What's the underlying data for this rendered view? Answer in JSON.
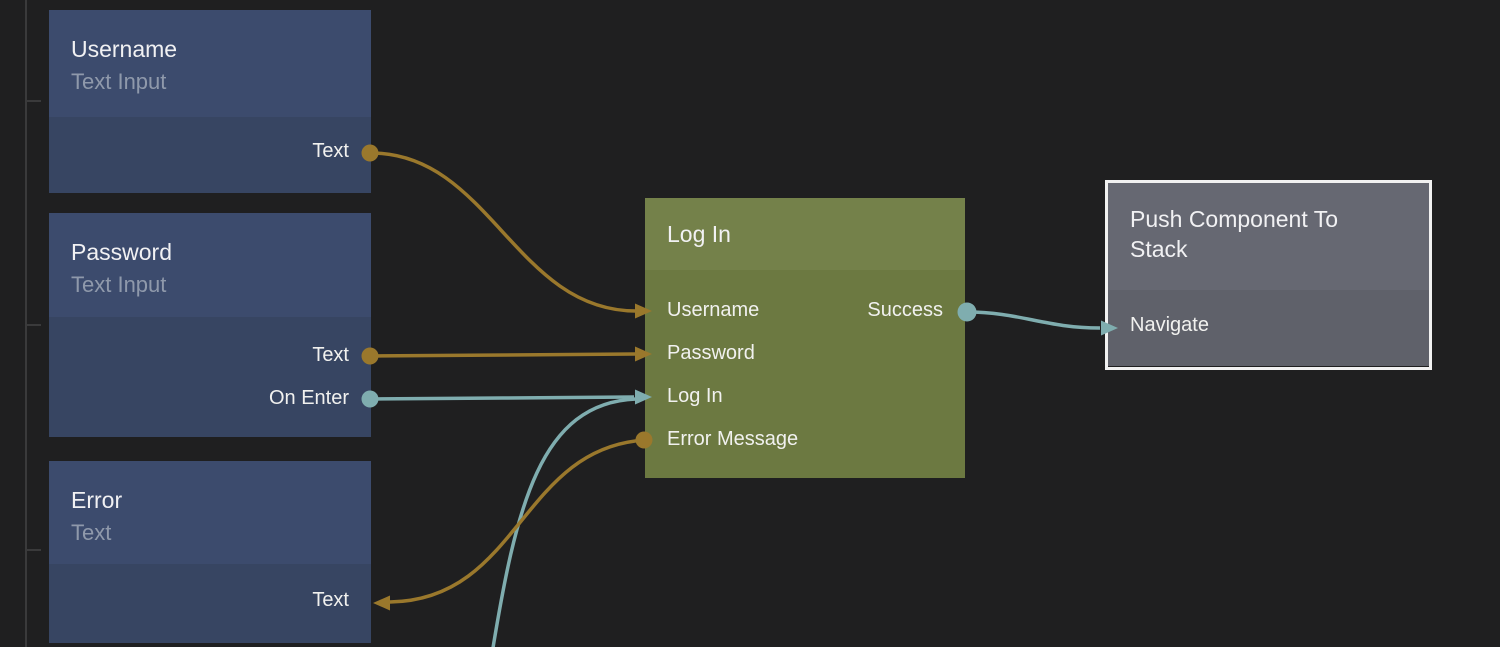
{
  "colors": {
    "canvas_bg": "#1f1f20",
    "ruler": "#3a3a3b",
    "data_wire": "#9a782c",
    "signal_wire": "#7fadaf",
    "node_blue_header": "#3c4b6d",
    "node_blue_body": "#374562",
    "node_green_header": "#74814a",
    "node_green_body": "#6c7941",
    "node_gray_header": "#666872",
    "node_gray_body": "#5f616a",
    "selection_border": "#f1f1f1"
  },
  "nodes": [
    {
      "title": "Username",
      "subtitle": "Text Input",
      "outputs": [
        {
          "label": "Text"
        }
      ]
    },
    {
      "title": "Password",
      "subtitle": "Text Input",
      "outputs": [
        {
          "label": "Text"
        },
        {
          "label": "On Enter"
        }
      ]
    },
    {
      "title": "Error",
      "subtitle": "Text",
      "inputs": [
        {
          "label": "Text"
        }
      ]
    },
    {
      "title": "Log In",
      "inputs": [
        {
          "label": "Username"
        },
        {
          "label": "Password"
        },
        {
          "label": "Log In"
        },
        {
          "label": "Error Message"
        }
      ],
      "outputs": [
        {
          "label": "Success"
        }
      ]
    },
    {
      "title": "Push Component To Stack",
      "inputs": [
        {
          "label": "Navigate"
        }
      ]
    }
  ],
  "connections": [
    {
      "from": "Username.Text",
      "to": "Log In.Username",
      "type": "data"
    },
    {
      "from": "Password.Text",
      "to": "Log In.Password",
      "type": "data"
    },
    {
      "from": "Password.On Enter",
      "to": "Log In.Log In",
      "type": "signal"
    },
    {
      "from": "offscreen-bottom",
      "to": "Log In.Log In",
      "type": "signal"
    },
    {
      "from": "Log In.Error Message",
      "to": "Error.Text",
      "type": "data"
    },
    {
      "from": "Log In.Success",
      "to": "Push Component To Stack.Navigate",
      "type": "signal"
    }
  ]
}
